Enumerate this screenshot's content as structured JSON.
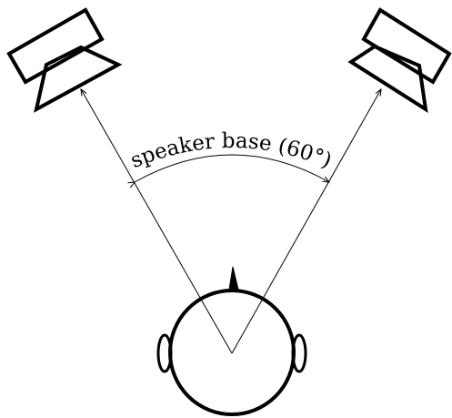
{
  "diagram": {
    "arc_label": "speaker base (60°)",
    "ink_color": "#000000",
    "background": "#ffffff",
    "listener": {
      "icon": "head-icon"
    },
    "speakers": [
      {
        "side": "left",
        "icon": "speaker-icon"
      },
      {
        "side": "right",
        "icon": "speaker-icon"
      }
    ]
  }
}
